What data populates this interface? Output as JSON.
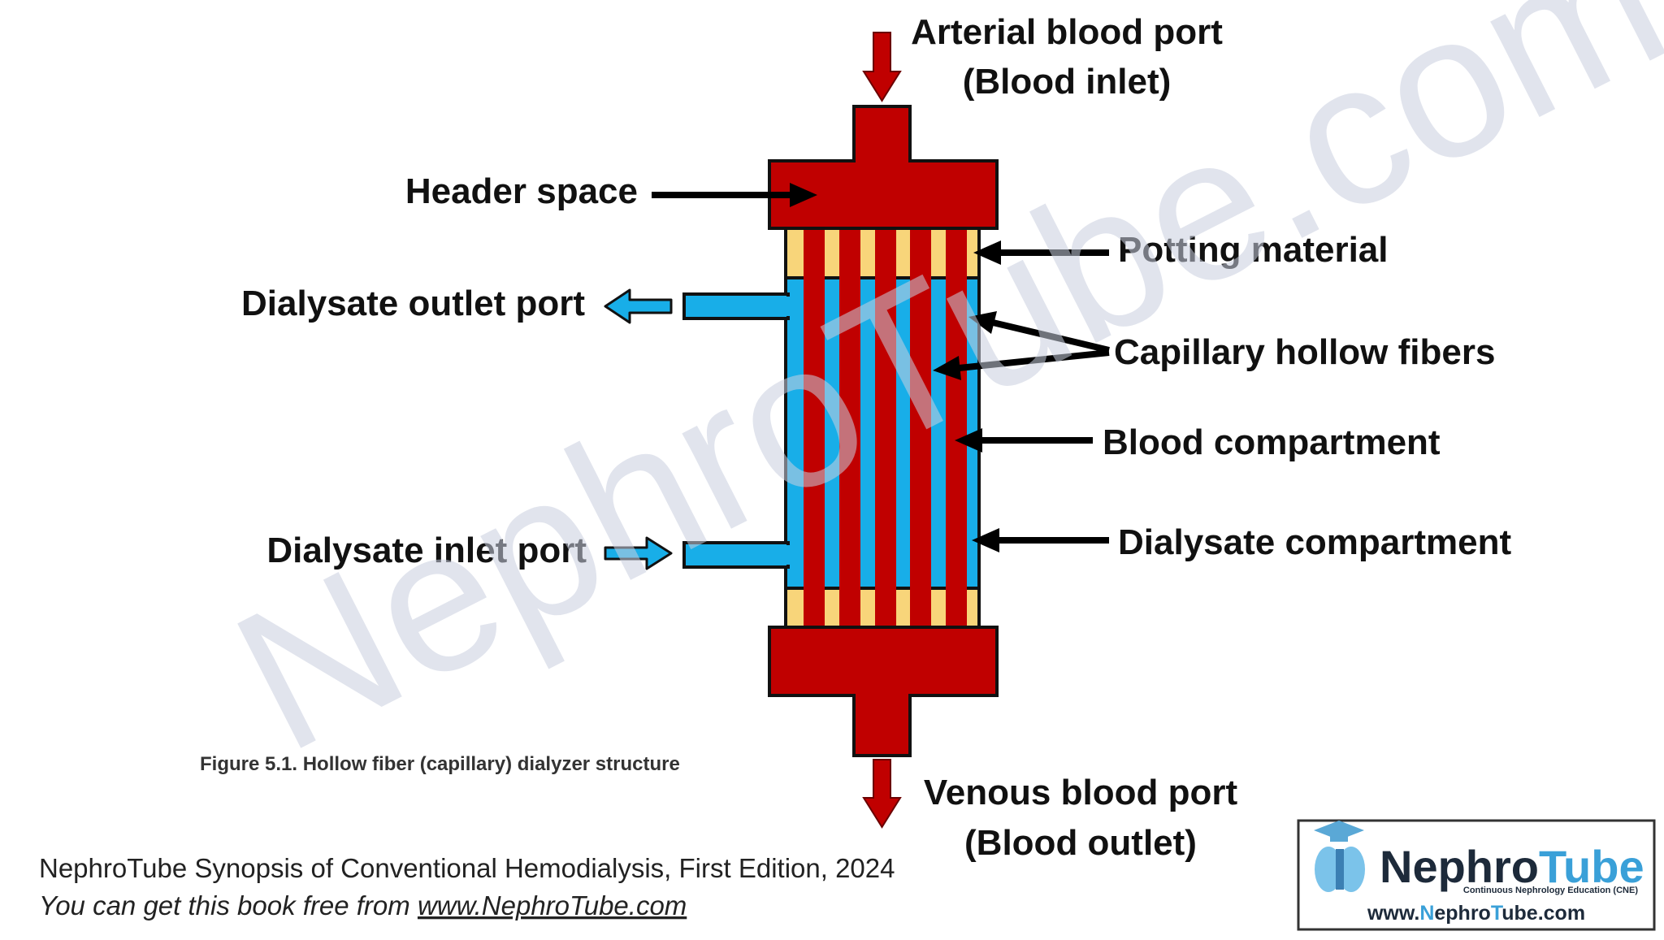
{
  "labels": {
    "arterial_line1": "Arterial blood port",
    "arterial_line2": "(Blood inlet)",
    "header_space": "Header space",
    "potting_material": "Potting material",
    "dialysate_outlet": "Dialysate outlet port",
    "capillary_fibers": "Capillary hollow fibers",
    "blood_compartment": "Blood compartment",
    "dialysate_inlet": "Dialysate inlet port",
    "dialysate_compartment": "Dialysate compartment",
    "venous_line1": "Venous blood port",
    "venous_line2": "(Blood outlet)"
  },
  "caption": "Figure 5.1. Hollow fiber (capillary) dialyzer structure",
  "footer": {
    "line1": "NephroTube Synopsis of Conventional Hemodialysis, First Edition, 2024",
    "line2_prefix": "You can get this book free from ",
    "line2_link": "www.NephroTube.com"
  },
  "watermark": "NephroTube.com",
  "logo": {
    "brand_part1": "Nephro",
    "brand_part2": "Tube",
    "tagline": "Continuous Nephrology Education (CNE)",
    "url_part1": "www.",
    "url_part2": "N",
    "url_part3": "ephro",
    "url_part4": "T",
    "url_part5": "ube.com"
  },
  "colors": {
    "blood": "#c00000",
    "dialysate": "#18aee8",
    "potting": "#f8d57a",
    "arrow": "#000000",
    "accent": "#3aa0d8"
  }
}
